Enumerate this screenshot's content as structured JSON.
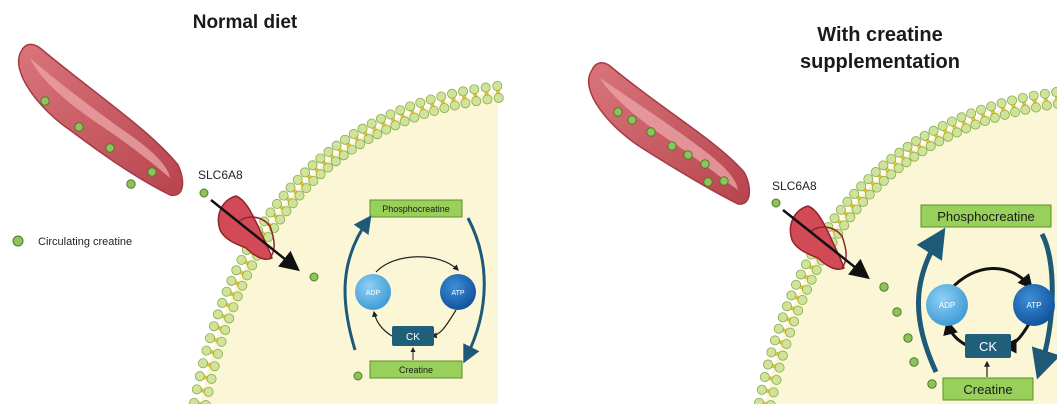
{
  "panels": {
    "left": {
      "title": "Normal diet",
      "transporter_label": "SLC6A8",
      "legend_label": "Circulating creatine",
      "box_top": "Phosphocreatine",
      "box_bottom": "Creatine",
      "enzyme": "CK",
      "adp": "ADP",
      "atp": "ATP"
    },
    "right": {
      "title_line1": "With creatine",
      "title_line2": "supplementation",
      "transporter_label": "SLC6A8",
      "box_top": "Phosphocreatine",
      "box_bottom": "Creatine",
      "enzyme": "CK",
      "adp": "ADP",
      "atp": "ATP"
    }
  },
  "colors": {
    "cytoplasm": "#fbf7d6",
    "lipid_head": "#cfe39a",
    "lipid_tail": "#f0c22a",
    "vessel": "#c9565e",
    "vessel_lumen": "#e9a0a0",
    "creatine_dot": "#8fc25a",
    "label_box": "#98d05b",
    "enzyme_box": "#1f5f7a",
    "adp": "#5ab0e0",
    "atp": "#1d6fb8",
    "arrow_dark": "#1e5a78",
    "transporter": "#d24a55"
  }
}
